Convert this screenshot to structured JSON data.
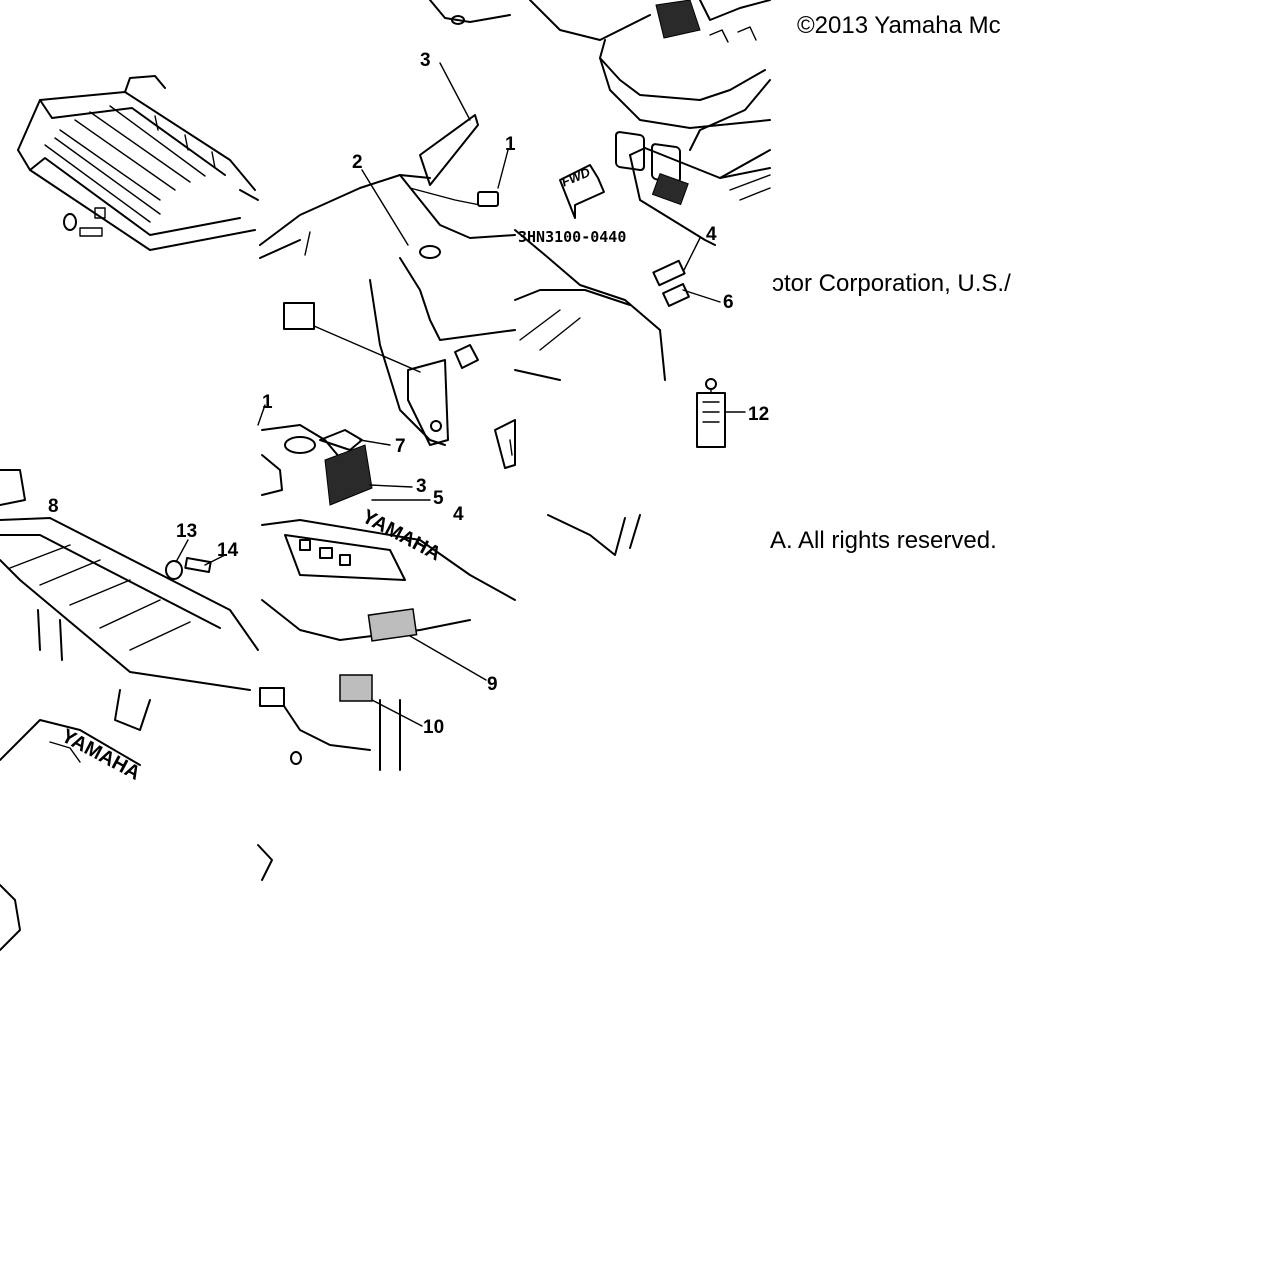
{
  "copyright": {
    "line1": "©2013 Yamaha Mc",
    "line2": "ɔtor Corporation, U.S./",
    "line3": "A. All rights reserved."
  },
  "diagram": {
    "part_number": "3HN3100-0440",
    "forward_arrow_label": "FWD",
    "brand_mark": "YAMAHA",
    "callouts": [
      "1",
      "2",
      "3",
      "4",
      "5",
      "6",
      "7",
      "8",
      "9",
      "10",
      "12",
      "13",
      "14"
    ]
  }
}
